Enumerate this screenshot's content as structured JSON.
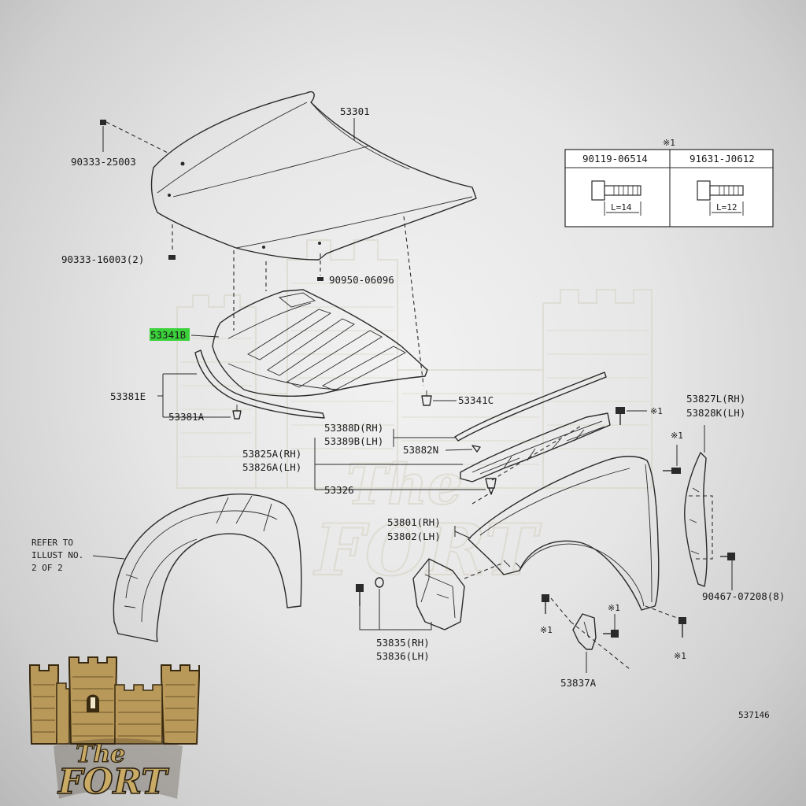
{
  "diagram": {
    "drawing_number": "537146",
    "parts": {
      "hood": "53301",
      "hood_bolt_top": "90333-25003",
      "hood_bolt_left": "90333-16003(2)",
      "hood_clip": "90950-06096",
      "insulator": "53341B",
      "seal_group": "53381E",
      "seal_a": "53381A",
      "clip_c": "53341C",
      "seal_rh": "53388D(RH)",
      "seal_lh": "53389B(LH)",
      "seal_n": "53882N",
      "cowl_rh": "53825A(RH)",
      "cowl_lh": "53826A(LH)",
      "clip_26": "53326",
      "fender_rh": "53801(RH)",
      "fender_lh": "53802(LH)",
      "bracket_rh": "53827L(RH)",
      "bracket_lh": "53828K(LH)",
      "screw_8": "90467-07208(8)",
      "fender_bracket_rh": "53835(RH)",
      "fender_bracket_lh": "53836(LH)",
      "brace": "53837A"
    },
    "refer_note": [
      "REFER TO",
      "ILLUST NO.",
      "2 OF 2"
    ],
    "note_mark": "※1",
    "fastener_table": {
      "header_mark": "※1",
      "columns": [
        {
          "part": "90119-06514",
          "length": "L=14"
        },
        {
          "part": "91631-J0612",
          "length": "L=12"
        }
      ]
    }
  },
  "logo": {
    "line1": "The",
    "line2": "FORT"
  },
  "colors": {
    "highlight": "#3bd13b",
    "line": "#2a2a2a",
    "logo_gold": "#b8995a",
    "logo_dark": "#3a2b10"
  }
}
